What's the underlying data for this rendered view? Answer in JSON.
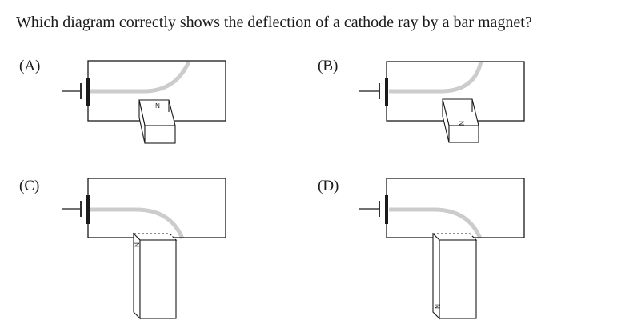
{
  "question": "Which diagram correctly shows the deflection of a cathode ray by a bar magnet?",
  "options": [
    {
      "label": "(A)",
      "magnet_pole": "N"
    },
    {
      "label": "(B)",
      "magnet_pole": "N"
    },
    {
      "label": "(C)",
      "magnet_pole": "N"
    },
    {
      "label": "(D)",
      "magnet_pole": "N"
    }
  ],
  "colors": {
    "beam": "#cccccc",
    "line": "#1a1a1a"
  }
}
